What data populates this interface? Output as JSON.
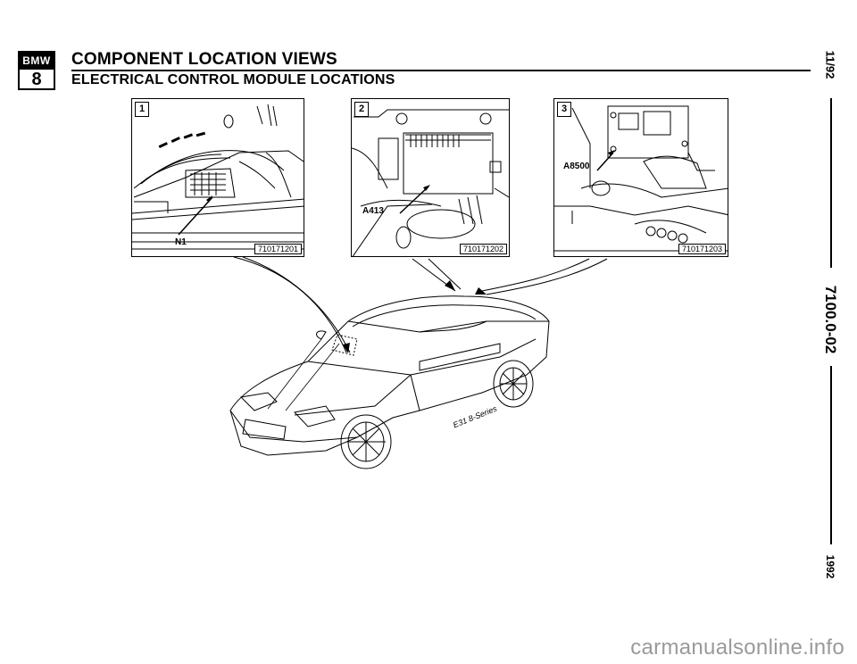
{
  "header": {
    "logo_top": "BMW",
    "logo_bottom": "8",
    "title": "COMPONENT LOCATION VIEWS",
    "subtitle": "ELECTRICAL CONTROL MODULE LOCATIONS"
  },
  "margin": {
    "date": "11/92",
    "page_code": "7100.0-02",
    "year": "1992"
  },
  "panels": [
    {
      "number": "1",
      "label": "N1",
      "code": "710171201"
    },
    {
      "number": "2",
      "label": "A413",
      "code": "710171202"
    },
    {
      "number": "3",
      "label": "A8500",
      "code": "710171203"
    }
  ],
  "car": {
    "badge": "E31 8-Series"
  },
  "watermark": "carmanualsonline.info"
}
